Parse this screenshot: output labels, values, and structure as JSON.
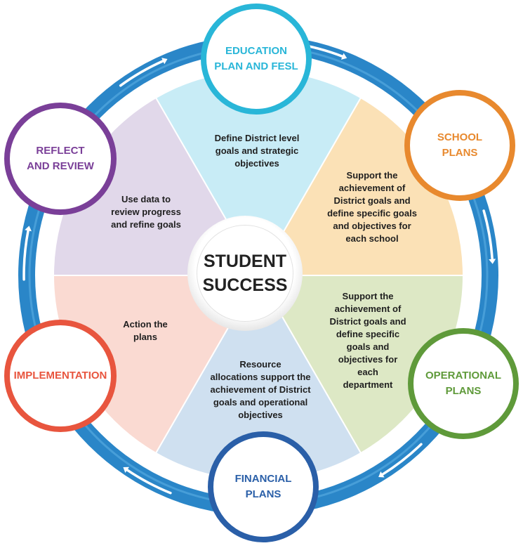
{
  "center": {
    "label": "STUDENT\nSUCCESS"
  },
  "nodes": [
    {
      "label": "EDUCATION\nPLAN AND FESL",
      "color": "#29b6d8"
    },
    {
      "label": "SCHOOL\nPLANS",
      "color": "#e8892e"
    },
    {
      "label": "OPERATIONAL\nPLANS",
      "color": "#5f9a3a"
    },
    {
      "label": "FINANCIAL\nPLANS",
      "color": "#2a5fa8"
    },
    {
      "label": "IMPLEMENTATION",
      "color": "#e8553e"
    },
    {
      "label": "REFLECT\nAND REVIEW",
      "color": "#7a3f98"
    }
  ],
  "segments": [
    {
      "text": "Define District level\ngoals and strategic\nobjectives",
      "color": "#c8ecf6"
    },
    {
      "text": "Support the\nachievement of\nDistrict goals and\ndefine specific goals\nand objectives for\neach school",
      "color": "#fbe1b6"
    },
    {
      "text": "Support the\nachievement of\nDistrict goals and\ndefine specific\ngoals and\nobjectives for\neach\ndepartment",
      "color": "#dde8c5"
    },
    {
      "text": "Resource\nallocations support the\nachievement of District\ngoals and operational\nobjectives",
      "color": "#cfe0f0"
    },
    {
      "text": "Action the\nplans",
      "color": "#fadad2"
    },
    {
      "text": "Use data to\nreview progress\nand refine goals",
      "color": "#e1d8ea"
    }
  ],
  "ring": {
    "color": "#2a86c8",
    "arrow_color": "#ffffff"
  }
}
